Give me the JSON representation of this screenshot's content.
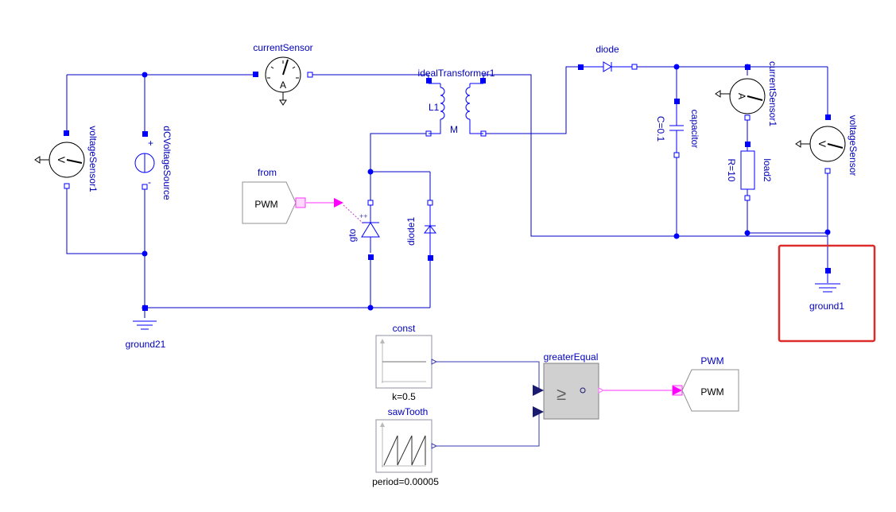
{
  "components": {
    "current_sensor": "currentSensor",
    "voltage_sensor1": "voltageSensor1",
    "dc_voltage_source": "dCVoltageSource",
    "ideal_transformer": "idealTransformer1",
    "l1": "L1",
    "m": "M",
    "from": "from",
    "pwm_from_text": "PWM",
    "gto": "gto",
    "diode1": "diode1",
    "ground21": "ground21",
    "diode": "diode",
    "capacitor": "capacitor",
    "capacitor_param": "C=0.1",
    "current_sensor1": "currentSensor1",
    "load2": "load2",
    "load2_param": "R=10",
    "voltage_sensor": "voltageSensor",
    "ground1": "ground1",
    "const": "const",
    "const_param": "k=0.5",
    "saw_tooth": "sawTooth",
    "saw_param": "period=0.00005",
    "greater_equal": "greaterEqual",
    "greater_equal_symbol": "≥",
    "pwm_out_label": "PWM",
    "pwm_out_text": "PWM",
    "ammeter_symbol": "A",
    "voltmeter_symbol": "V"
  },
  "colors": {
    "wire": "#0000c8",
    "signal": "#ff33ff",
    "selection": "#dd2a2a"
  }
}
